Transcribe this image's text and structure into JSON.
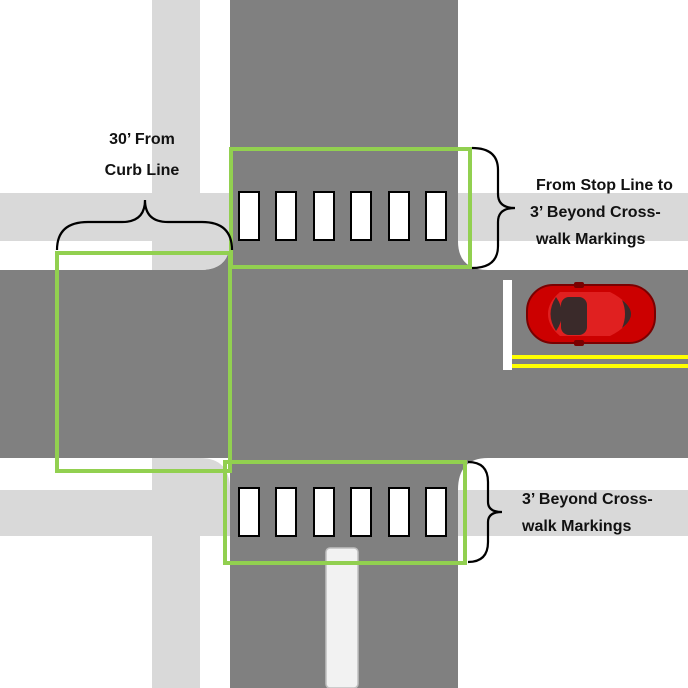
{
  "labels": {
    "curb_line_1": "30’ From",
    "curb_line_2": "Curb Line",
    "stop_line_1": "From Stop Line to",
    "stop_line_2": "3’ Beyond Cross-",
    "stop_line_3": "walk Markings",
    "beyond_1": "3’ Beyond Cross-",
    "beyond_2": "walk Markings"
  },
  "colors": {
    "road": "#808080",
    "sidewalk": "#d9d9d9",
    "highlight": "#92d050",
    "crosswalk_stripe": "#ffffff",
    "centerline": "#ffff00",
    "car": "#cc0000",
    "median": "#f2f2f2"
  }
}
